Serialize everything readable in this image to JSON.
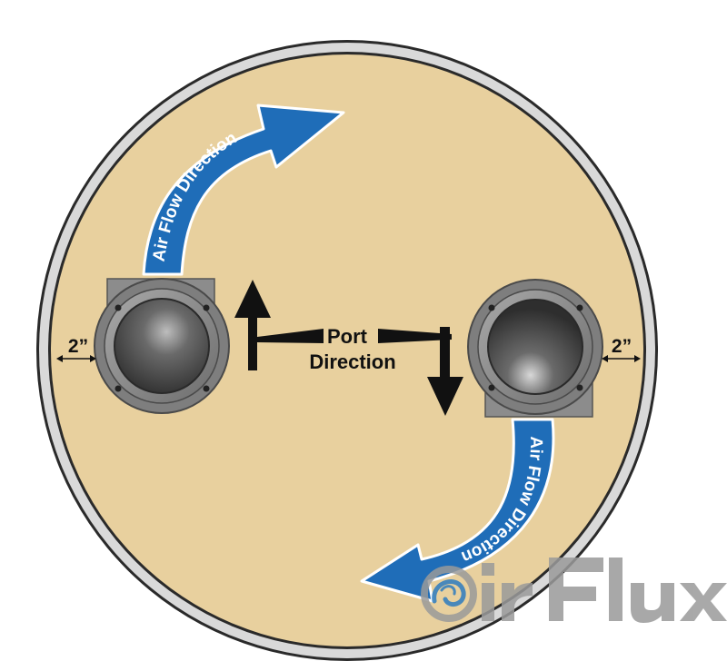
{
  "colors": {
    "background": "#ffffff",
    "rim_outer": "#2a2a2a",
    "rim_mid": "#d8d8d8",
    "floor": "#e8d09e",
    "flow_arrow": "#1f6db8",
    "flow_arrow_outline": "#ffffff",
    "port_arrow": "#111111",
    "fan_housing": "#8c8c8c",
    "fan_inner": "#3c3c3c",
    "logo_gray": "#9a9a9a",
    "logo_swirl": "#2e7cc0"
  },
  "labels": {
    "air_flow_top": "Air Flow Direction",
    "air_flow_bottom": "Air Flow Direction",
    "port_line1": "Port",
    "port_line2": "Direction",
    "clearance_left": "2”",
    "clearance_right": "2”"
  },
  "logo": {
    "text": "Air Flux",
    "mark_letters": "ir Flux"
  },
  "icons": {
    "left_fan": "fan-icon",
    "right_fan": "fan-icon",
    "logo_mark": "swirl-icon"
  }
}
